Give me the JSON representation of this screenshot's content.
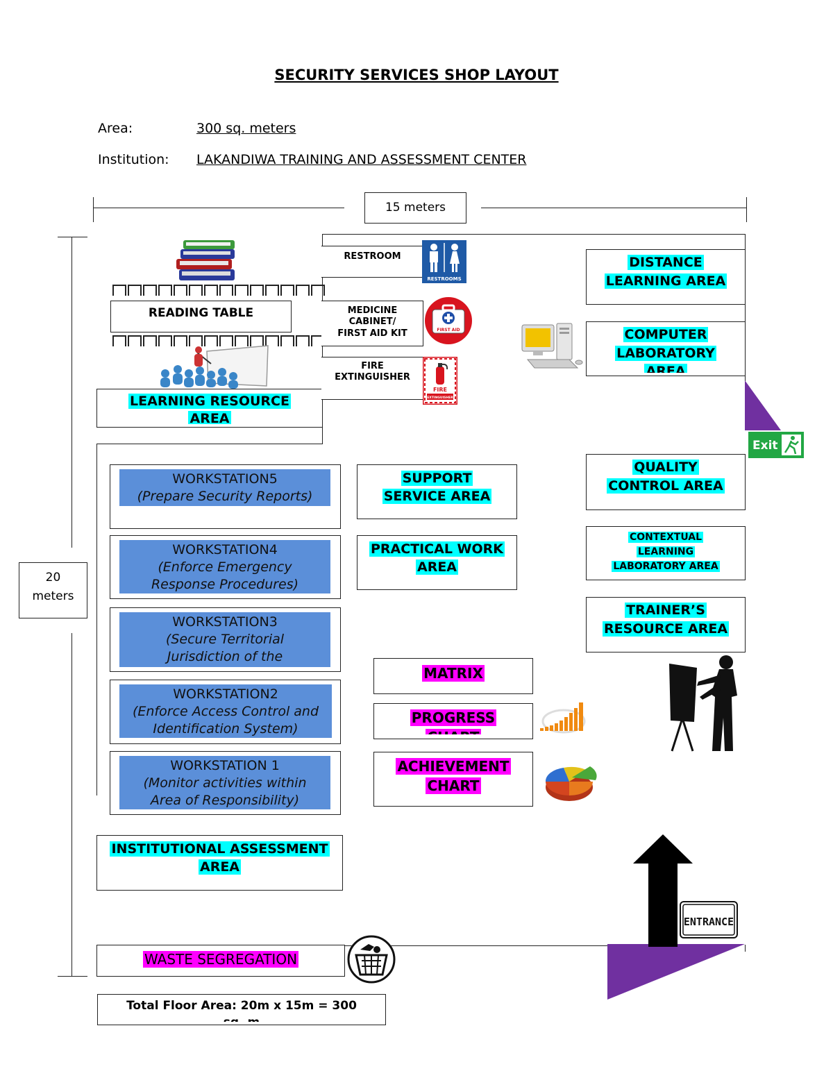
{
  "title": "SECURITY SERVICES SHOP LAYOUT",
  "info": {
    "area_label": "Area:",
    "area_value": "300 sq. meters",
    "institution_label": "Institution:",
    "institution_value": "LAKANDIWA TRAINING AND ASSESSMENT CENTER"
  },
  "dimensions": {
    "width": "15 meters",
    "height_num": "20",
    "height_unit": "meters"
  },
  "areas": {
    "reading_table": "READING TABLE",
    "learning_resource_line1": "LEARNING RESOURCE",
    "learning_resource_line2": "AREA",
    "restroom": "RESTROOM",
    "medicine_line1": "MEDICINE",
    "medicine_line2": "CABINET/",
    "medicine_line3": "FIRST AID KIT",
    "fire_line1": "FIRE",
    "fire_line2": "EXTINGUISHER",
    "distance_line1": "DISTANCE",
    "distance_line2": "LEARNING AREA",
    "computer_line1": "COMPUTER",
    "computer_line2": "LABORATORY",
    "computer_line3": "AREA",
    "quality_line1": "QUALITY",
    "quality_line2": "CONTROL AREA",
    "contextual_line1": "CONTEXTUAL",
    "contextual_line2": "LEARNING",
    "contextual_line3": "LABORATORY AREA",
    "trainers_line1": "TRAINER’S",
    "trainers_line2": "RESOURCE AREA",
    "support_line1": "SUPPORT",
    "support_line2": "SERVICE AREA",
    "practical_line1": "PRACTICAL WORK",
    "practical_line2": "AREA",
    "matrix": "MATRIX",
    "progress_line1": "PROGRESS",
    "progress_line2": "CHART",
    "achievement_line1": "ACHIEVEMENT",
    "achievement_line2": "CHART",
    "institutional_line1": "INSTITUTIONAL ASSESSMENT",
    "institutional_line2": "AREA",
    "waste": "WASTE SEGREGATION",
    "total_line1": "Total Floor Area: 20m x 15m = 300",
    "total_line2": "sq. m"
  },
  "workstations": [
    {
      "title": "WORKSTATION5",
      "desc1": "(Prepare Security Reports)",
      "desc2": ""
    },
    {
      "title": "WORKSTATION4",
      "desc1": "(Enforce Emergency",
      "desc2": "Response Procedures)"
    },
    {
      "title": "WORKSTATION3",
      "desc1": "(Secure Territorial",
      "desc2": "Jurisdiction of the"
    },
    {
      "title": "WORKSTATION2",
      "desc1": "(Enforce Access Control and",
      "desc2": "Identification System)"
    },
    {
      "title": "WORKSTATION 1",
      "desc1": "(Monitor activities within",
      "desc2": "Area of Responsibility)"
    }
  ],
  "signs": {
    "restrooms": "RESTROOMS",
    "first_aid": "FIRST AID",
    "fire_ext_line1": "FIRE",
    "fire_ext_line2": "EXTINGUISHER",
    "exit": "Exit",
    "entrance": "ENTRANCE"
  },
  "colors": {
    "cyan_highlight": "#00ffff",
    "magenta_highlight": "#ff00ff",
    "workstation_fill": "#5b8fd9",
    "door_purple": "#7030a0",
    "exit_green": "#22a744"
  }
}
